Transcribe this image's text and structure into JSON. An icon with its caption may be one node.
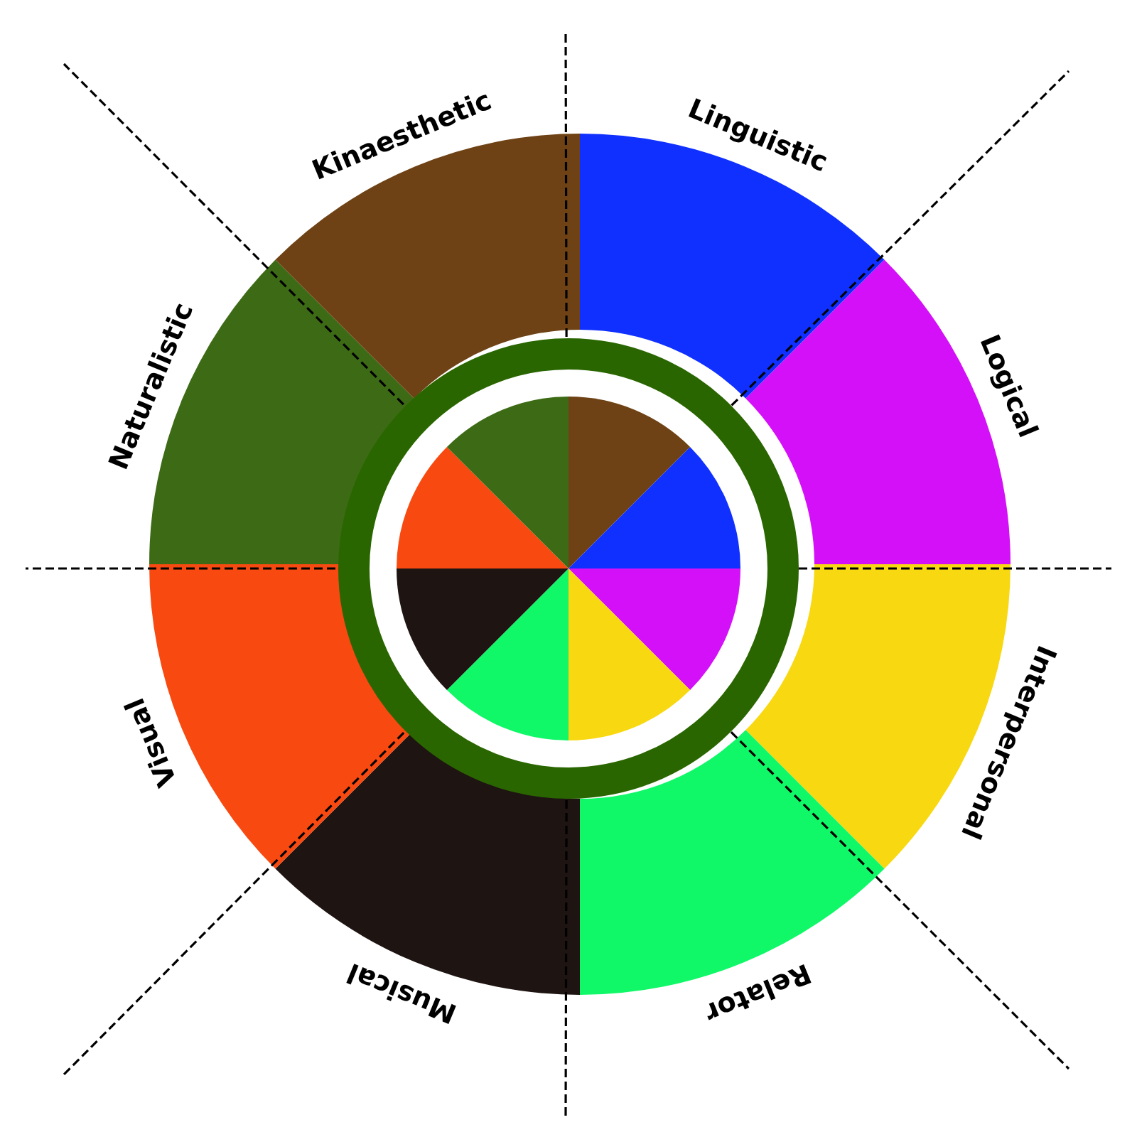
{
  "diagram": {
    "nodes": [
      {
        "text": [
          "Linguistic"
        ]
      },
      {
        "text": [
          "Logical"
        ]
      },
      {
        "text": [
          "Interpersonal"
        ]
      },
      {
        "text": [
          "Relator"
        ]
      },
      {
        "text": [
          "Musical"
        ]
      },
      {
        "text": [
          "Visual"
        ]
      },
      {
        "text": [
          "Naturalistic"
        ]
      },
      {
        "text": [
          "Kinaesthetic"
        ]
      },
      {
        "text": [],
        "shape": "wedge"
      },
      {
        "text": [],
        "shape": "wedge"
      },
      {
        "text": [],
        "shape": "wedge"
      },
      {
        "text": [],
        "shape": "wedge"
      },
      {
        "text": [],
        "shape": "wedge"
      },
      {
        "text": [],
        "shape": "wedge"
      },
      {
        "text": [],
        "shape": "wedge"
      },
      {
        "text": [],
        "shape": "wedge"
      }
    ]
  }
}
